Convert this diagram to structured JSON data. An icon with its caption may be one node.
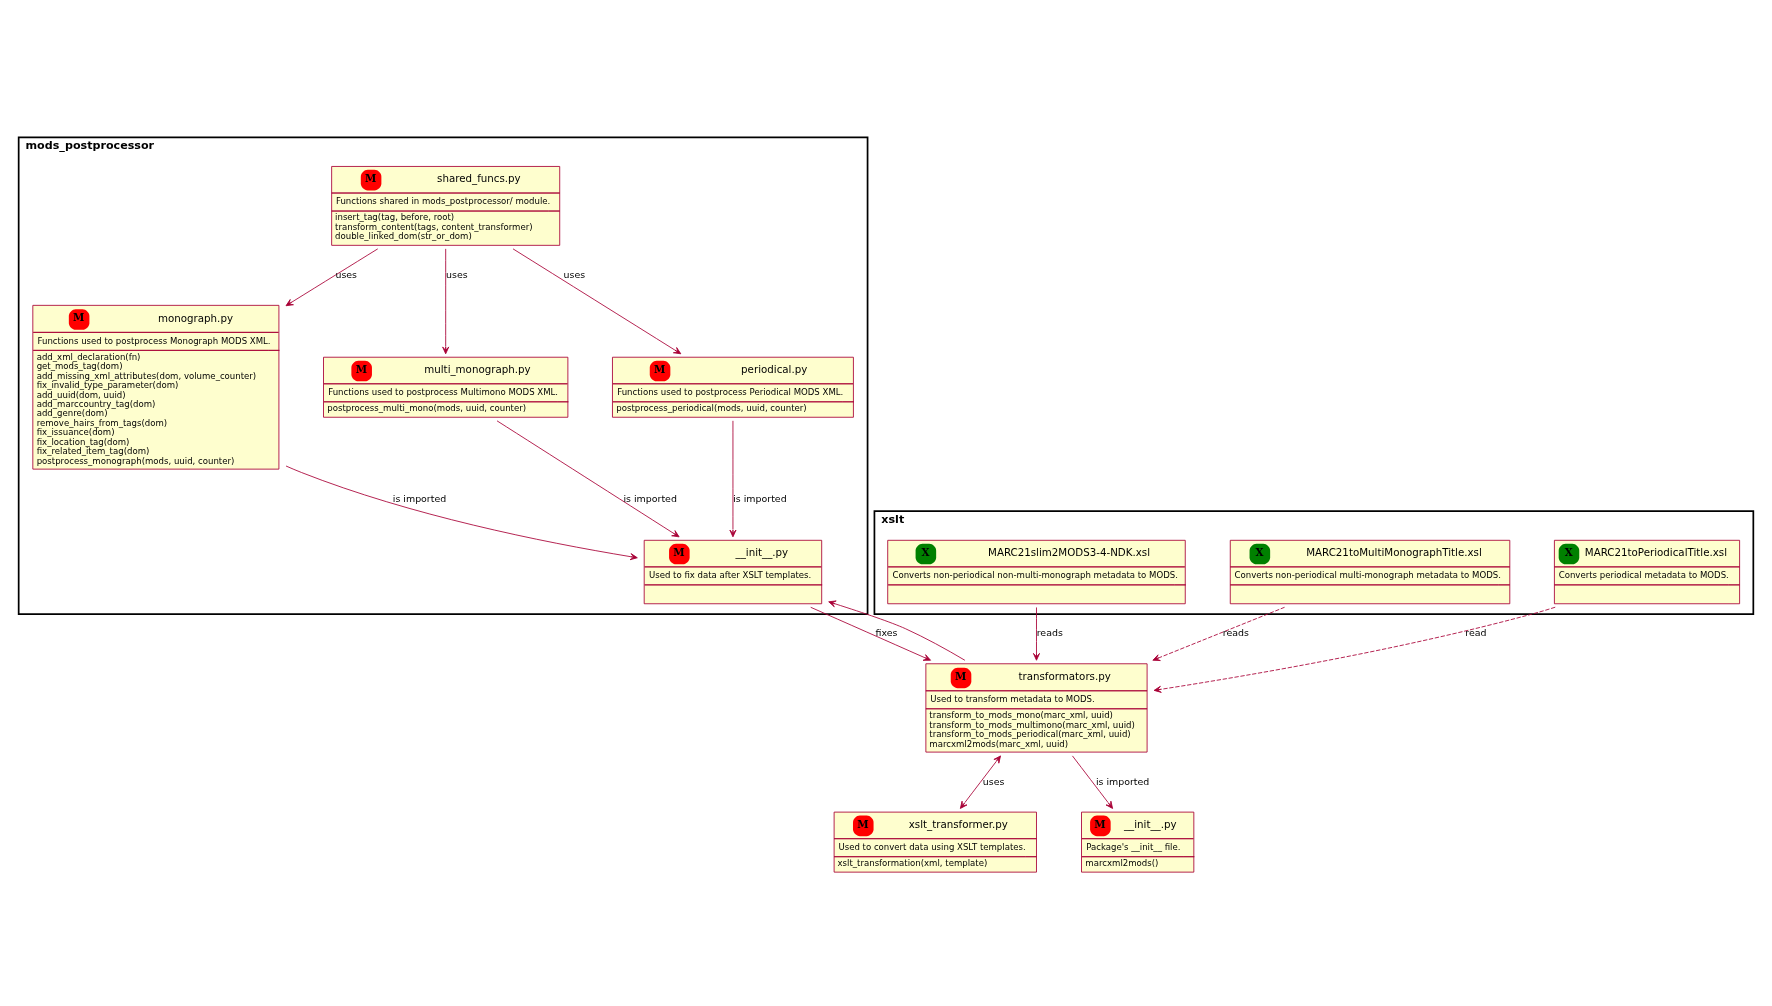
{
  "diagram": {
    "nodes": [
      {
        "text": [
          "mods_postprocessor"
        ]
      },
      {
        "text": [
          "M",
          "shared_funcs.py",
          "Functions shared in mods_postprocessor/ module.",
          "insert_tag(tag, before, root)",
          "transform_content(tags, content_transformer)",
          "double_linked_dom(str_or_dom)"
        ],
        "in": 0
      },
      {
        "text": [
          "M",
          "monograph.py",
          "Functions used to postprocess Monograph MODS XML.",
          "add_xml_declaration(fn)",
          "get_mods_tag(dom)",
          "add_missing_xml_attributes(dom, volume_counter)",
          "fix_invalid_type_parameter(dom)",
          "add_uuid(dom, uuid)",
          "add_marccountry_tag(dom)",
          "add_genre(dom)",
          "remove_hairs_from_tags(dom)",
          "fix_issuance(dom)",
          "fix_location_tag(dom)",
          "fix_related_item_tag(dom)",
          "postprocess_monograph(mods, uuid, counter)"
        ],
        "in": 0
      },
      {
        "text": [
          "M",
          "multi_monograph.py",
          "Functions used to postprocess Multimono MODS XML.",
          "postprocess_multi_mono(mods, uuid, counter)"
        ],
        "in": 0
      },
      {
        "text": [
          "M",
          "periodical.py",
          "Functions used to postprocess Periodical MODS XML.",
          "postprocess_periodical(mods, uuid, counter)"
        ],
        "in": 0
      },
      {
        "text": [
          "M",
          "__init__.py",
          "Used to fix data after XSLT templates."
        ],
        "in": 0
      },
      {
        "text": [
          "xslt"
        ]
      },
      {
        "text": [
          "X",
          "MARC21slim2MODS3-4-NDK.xsl",
          "Converts non-periodical non-multi-monograph metadata to MODS."
        ],
        "in": 6
      },
      {
        "text": [
          "X",
          "MARC21toMultiMonographTitle.xsl",
          "Converts non-periodical multi-monograph metadata to MODS."
        ],
        "in": 6
      },
      {
        "text": [
          "X",
          "MARC21toPeriodicalTitle.xsl",
          "Converts periodical metadata to MODS."
        ],
        "in": 6
      },
      {
        "text": [
          "M",
          "transformators.py",
          "Used to transform metadata to MODS.",
          "transform_to_mods_mono(marc_xml, uuid)",
          "transform_to_mods_multimono(marc_xml, uuid)",
          "transform_to_mods_periodical(marc_xml, uuid)",
          "marcxml2mods(marc_xml, uuid)"
        ]
      },
      {
        "text": [
          "M",
          "xslt_transformer.py",
          "Used to convert data using XSLT templates.",
          "xslt_transformation(xml, template)"
        ]
      },
      {
        "text": [
          "M",
          "__init__.py",
          "Package's __init__ file.",
          "marcxml2mods()"
        ]
      }
    ],
    "edges": [
      {
        "from": 1,
        "to": 2,
        "arrow": "to",
        "label": "uses"
      },
      {
        "from": 1,
        "to": 3,
        "arrow": "to",
        "label": "uses"
      },
      {
        "from": 1,
        "to": 4,
        "arrow": "to",
        "label": "uses"
      },
      {
        "from": 2,
        "to": 5,
        "arrow": "to",
        "label": "is imported"
      },
      {
        "from": 3,
        "to": 5,
        "arrow": "to",
        "label": "is imported"
      },
      {
        "from": 4,
        "to": 5,
        "arrow": "to",
        "label": "is imported"
      },
      {
        "from": 7,
        "to": 10,
        "arrow": "to",
        "label": "reads"
      },
      {
        "from": 8,
        "to": 10,
        "arrow": "to",
        "label": "reads",
        "style": "dashed"
      },
      {
        "from": 9,
        "to": 10,
        "arrow": "to",
        "label": "read",
        "style": "dashed"
      },
      {
        "from": 5,
        "to": 10,
        "arrow": "to",
        "label": "fixes"
      },
      {
        "from": 10,
        "to": 5,
        "arrow": "to"
      },
      {
        "from": 10,
        "to": 11,
        "arrow": "both",
        "label": "uses"
      },
      {
        "from": 10,
        "to": 12,
        "arrow": "to",
        "label": "is imported"
      }
    ]
  }
}
